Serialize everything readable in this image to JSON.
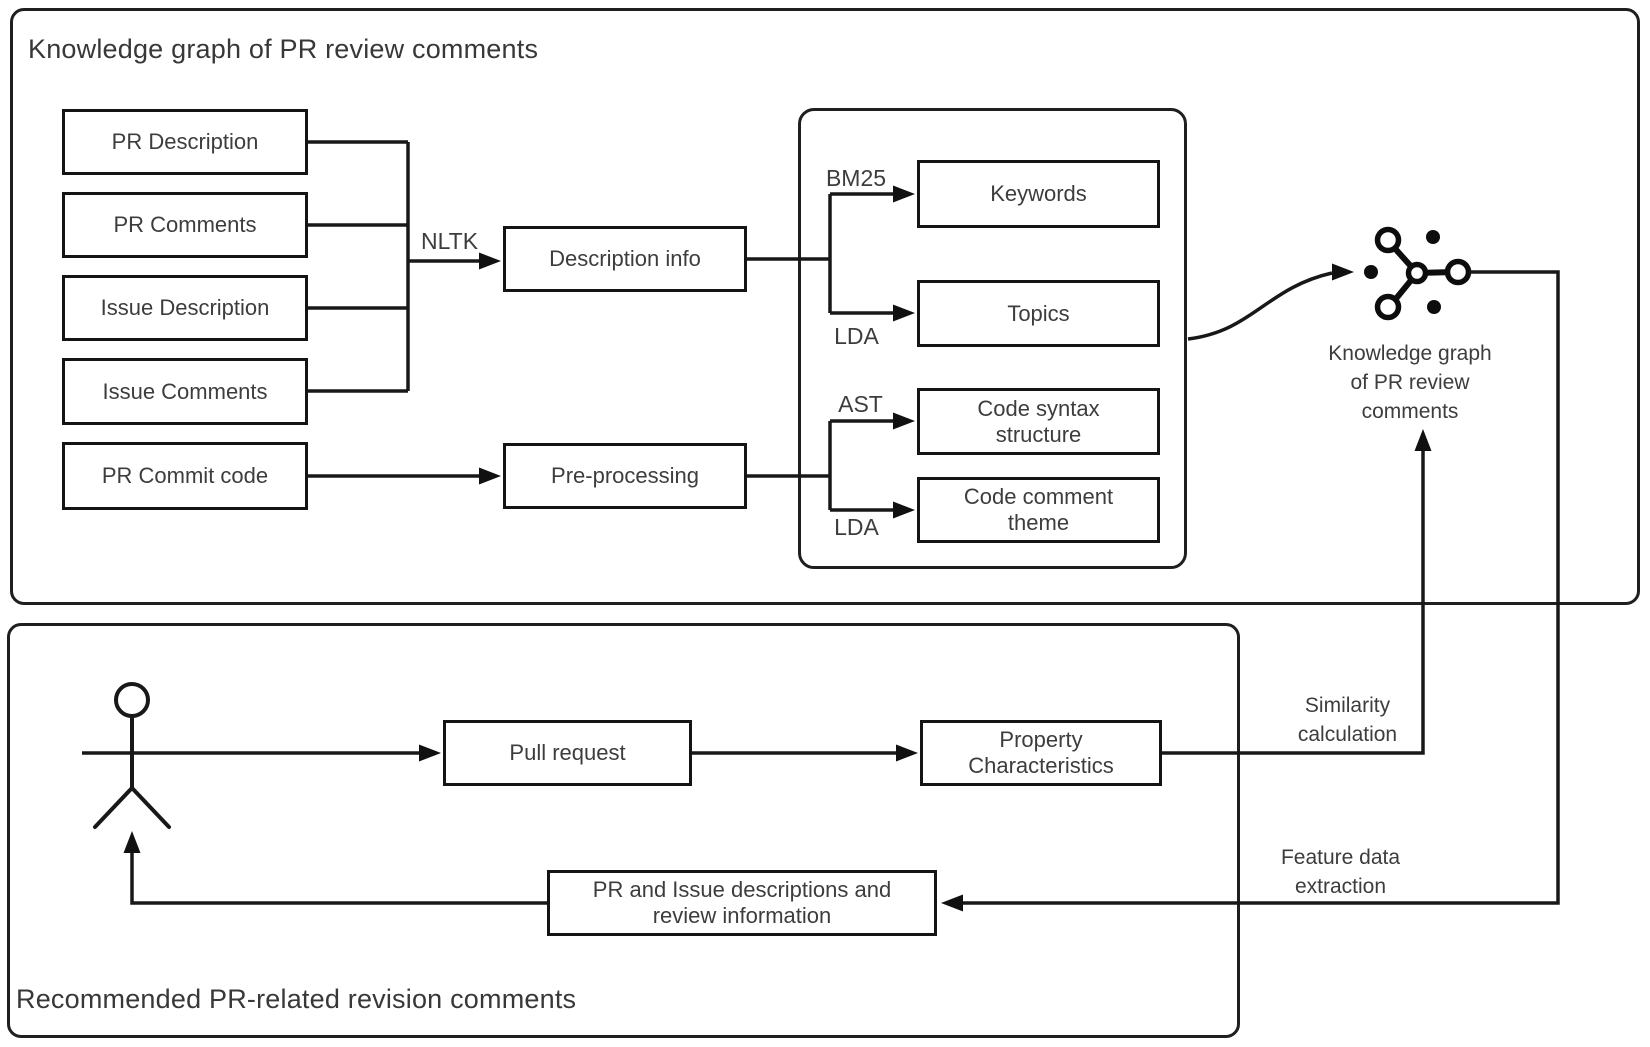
{
  "colors": {
    "background": "#ffffff",
    "line": "#181818",
    "text": "#3d3d3d"
  },
  "icons": {
    "knowledge_graph": "knowledge-graph-icon",
    "actor": "stick-figure-icon"
  },
  "top_panel": {
    "title": "Knowledge graph of PR review comments",
    "source_boxes": [
      "PR Description",
      "PR Comments",
      "Issue Description",
      "Issue Comments",
      "PR Commit code"
    ],
    "edge_labels": {
      "nltk": "NLTK",
      "bm25": "BM25",
      "lda_top": "LDA",
      "ast": "AST",
      "lda_bottom": "LDA"
    },
    "process_boxes": {
      "description_info": "Description info",
      "pre_processing": "Pre-processing"
    },
    "feature_boxes": {
      "keywords": "Keywords",
      "topics": "Topics",
      "code_syntax_line1": "Code syntax",
      "code_syntax_line2": "structure",
      "code_theme_line1": "Code comment",
      "code_theme_line2": "theme"
    },
    "kg_caption": {
      "line1": "Knowledge graph",
      "line2": "of PR review",
      "line3": "comments"
    }
  },
  "bottom_panel": {
    "title": "Recommended PR-related revision comments",
    "pull_request": "Pull request",
    "property_characteristics": {
      "line1": "Property",
      "line2": "Characteristics"
    },
    "pr_issue_box": {
      "line1": "PR and Issue descriptions and",
      "line2": "review information"
    },
    "similarity_label": {
      "line1": "Similarity",
      "line2": "calculation"
    },
    "feature_label": {
      "line1": "Feature data",
      "line2": "extraction"
    }
  }
}
